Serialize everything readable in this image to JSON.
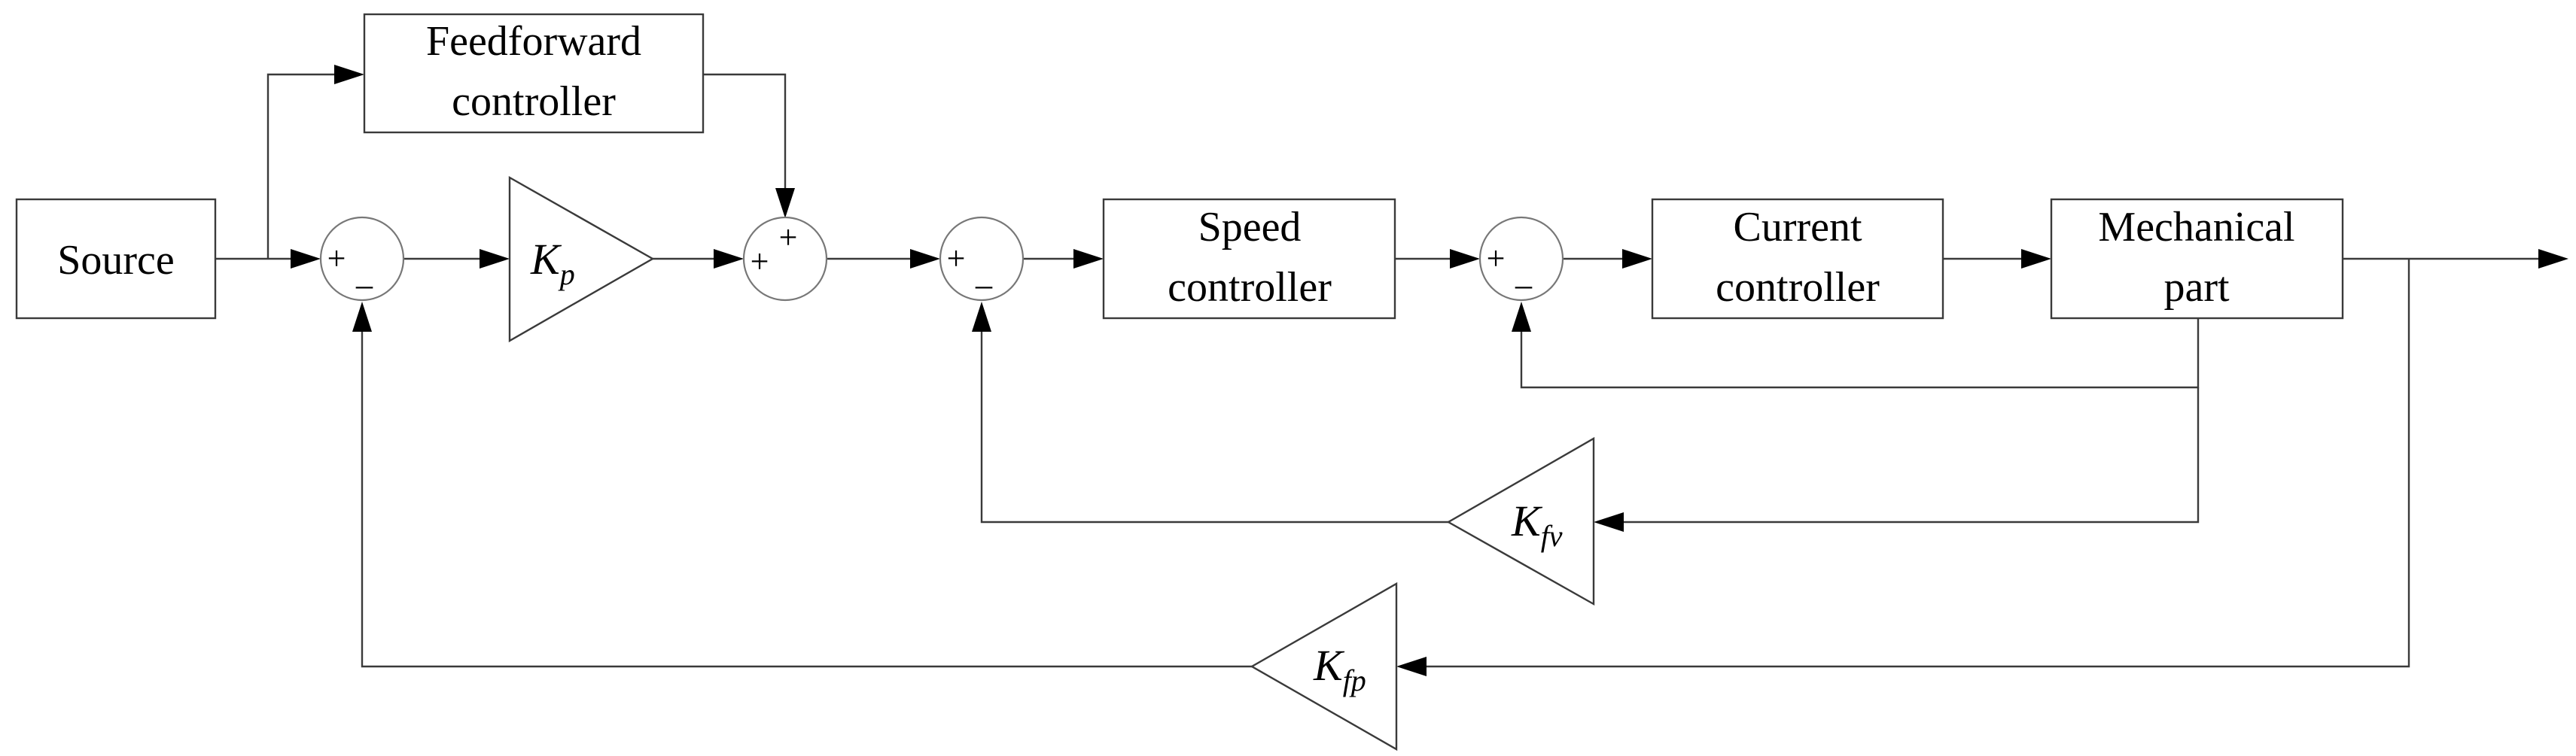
{
  "blocks": {
    "source": "Source",
    "feedforward": [
      "Feedforward",
      "controller"
    ],
    "speed": [
      "Speed",
      "controller"
    ],
    "current": [
      "Current",
      "controller"
    ],
    "mechanical": [
      "Mechanical",
      "part"
    ]
  },
  "gains": {
    "kp": {
      "symbol": "K",
      "subscript": "p"
    },
    "kfv": {
      "symbol": "K",
      "subscript": "fv"
    },
    "kfp": {
      "symbol": "K",
      "subscript": "fp"
    }
  },
  "signs": {
    "plus": "+",
    "minus": "_"
  }
}
